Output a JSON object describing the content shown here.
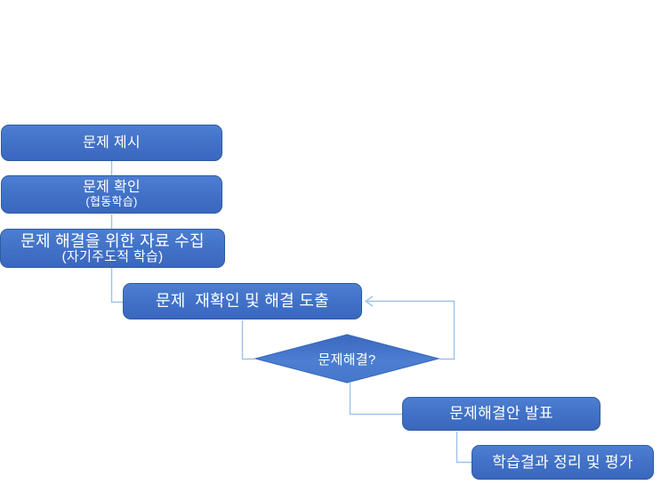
{
  "diagram": {
    "type": "flowchart",
    "background": "#FFFFFF",
    "colors": {
      "box_fill_top": "#4E7ED1",
      "box_fill_bottom": "#3A67BE",
      "box_border": "#2E5C9E",
      "diamond_fill_top": "#3A68BE",
      "diamond_fill_bottom": "#4C7ED2",
      "connector": "#9DC3E6",
      "text": "#FFFFFF"
    },
    "nodes": [
      {
        "id": "present",
        "shape": "rounded-rect",
        "label": "문제 제시"
      },
      {
        "id": "confirm",
        "shape": "rounded-rect",
        "label": "문제 확인",
        "sub": "(협동학습)"
      },
      {
        "id": "collect",
        "shape": "rounded-rect",
        "label": "문제 해결을 위한 자료 수집",
        "sub": "(자기주도적 학습)"
      },
      {
        "id": "recheck",
        "shape": "rounded-rect",
        "label": "문제  재확인 및 해결 도출"
      },
      {
        "id": "decide",
        "shape": "diamond",
        "label": "문제해결?"
      },
      {
        "id": "present-solution",
        "shape": "rounded-rect",
        "label": "문제해결안 발표"
      },
      {
        "id": "wrapup",
        "shape": "rounded-rect",
        "label": "학습결과 정리 및 평가"
      }
    ],
    "edges": [
      {
        "from": "present",
        "to": "confirm",
        "arrow": false
      },
      {
        "from": "confirm",
        "to": "collect",
        "arrow": false
      },
      {
        "from": "collect",
        "to": "recheck",
        "arrow": false
      },
      {
        "from": "recheck",
        "to": "decide",
        "arrow": false
      },
      {
        "from": "decide",
        "to": "present-solution",
        "arrow": false
      },
      {
        "from": "decide",
        "to": "recheck",
        "arrow": true,
        "note": "feedback-loop"
      },
      {
        "from": "present-solution",
        "to": "wrapup",
        "arrow": false
      }
    ]
  }
}
